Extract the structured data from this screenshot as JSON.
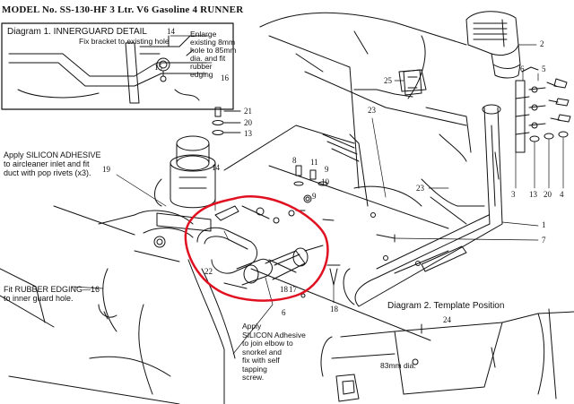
{
  "header": {
    "model": "MODEL No.   SS-130-HF    3 Ltr. V6  Gasoline  4 RUNNER"
  },
  "diagram1": {
    "title": "Diagram 1. INNERGUARD DETAIL",
    "fix_note": "Fix bracket to existing hole",
    "enlarge_note": [
      "Enlarge",
      "existing 8mm",
      "hole to 85mm",
      "dia. and fit",
      "rubber",
      "edging"
    ],
    "parts": [
      "14",
      "15",
      "16"
    ]
  },
  "diagram2": {
    "title": "Diagram 2.  Template Position",
    "hole_label": "83mm dia.",
    "part": "24"
  },
  "notes": {
    "silicon_1": [
      "Apply SILICON ADHESIVE",
      "to aircleaner inlet and fit",
      "duct with pop rivets (x3)."
    ],
    "rubber": [
      "Fit RUBBER EDGING—16",
      "to inner guard hole."
    ],
    "silicon_2": [
      "Apply",
      "SILICON Adhesive",
      "to join elbow to",
      "snorkel and",
      "fix with self",
      "tapping",
      "screw."
    ]
  },
  "callouts": {
    "c2": "2",
    "c25": "25",
    "c23a": "23",
    "c23b": "23",
    "c6a": "6",
    "c5": "5",
    "c21": "21",
    "c20a": "20",
    "c13a": "13",
    "c19": "19",
    "c14": "14",
    "c8": "8",
    "c11": "11",
    "c9a": "9",
    "c10": "10",
    "c1": "1",
    "c7": "7",
    "c3": "3",
    "c13b": "13",
    "c20b": "20",
    "c4": "4",
    "c22": "22",
    "c18a": "18",
    "c17": "17",
    "c18b": "18",
    "c6b": "6",
    "c9b": "9"
  },
  "colors": {
    "ink": "#111111",
    "highlight": "#e01020"
  }
}
